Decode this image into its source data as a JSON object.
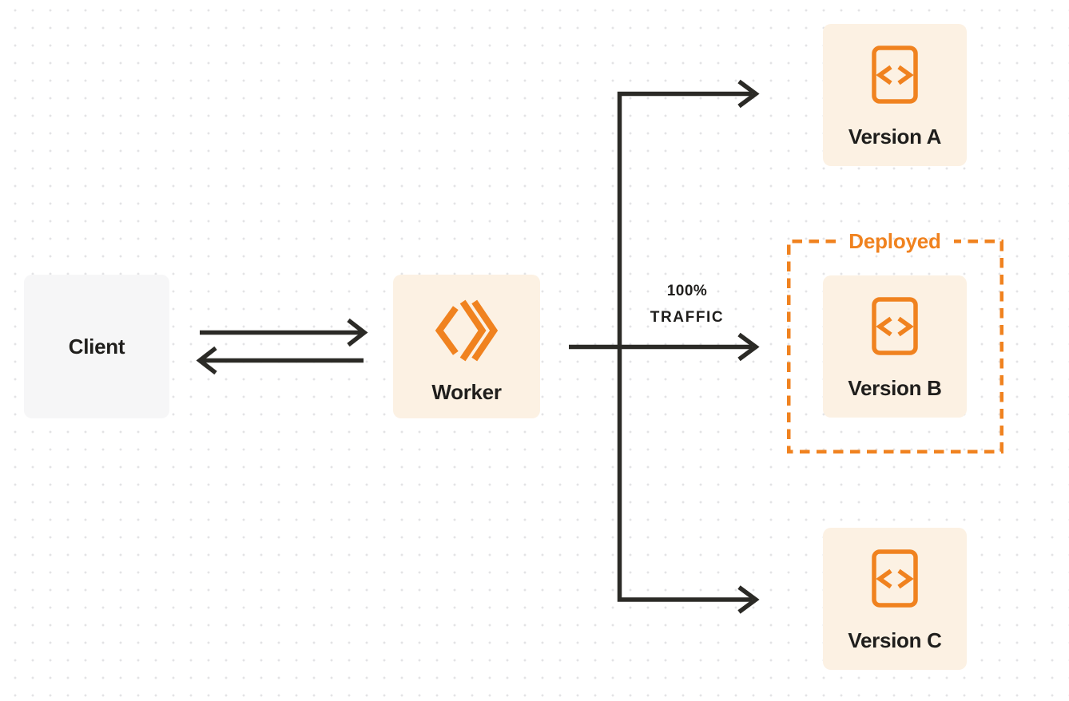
{
  "diagram": {
    "colors": {
      "accent_orange": "#f0821f",
      "card_cream": "#fcf1e3",
      "card_gray": "#f6f6f7",
      "connector_dark": "#2b2a26",
      "label_dark": "#1f1e1c",
      "dot_grid": "#e3e3e5"
    },
    "nodes": {
      "client": {
        "label": "Client"
      },
      "worker": {
        "label": "Worker",
        "icon": "cloudflare-workers-logo-icon"
      },
      "versions": [
        {
          "label": "Version A",
          "icon": "code-document-icon",
          "deployed": false
        },
        {
          "label": "Version B",
          "icon": "code-document-icon",
          "deployed": true
        },
        {
          "label": "Version C",
          "icon": "code-document-icon",
          "deployed": false
        }
      ]
    },
    "annotations": {
      "deployed": "Deployed",
      "traffic_line1": "100%",
      "traffic_line2": "TRAFFIC"
    }
  }
}
